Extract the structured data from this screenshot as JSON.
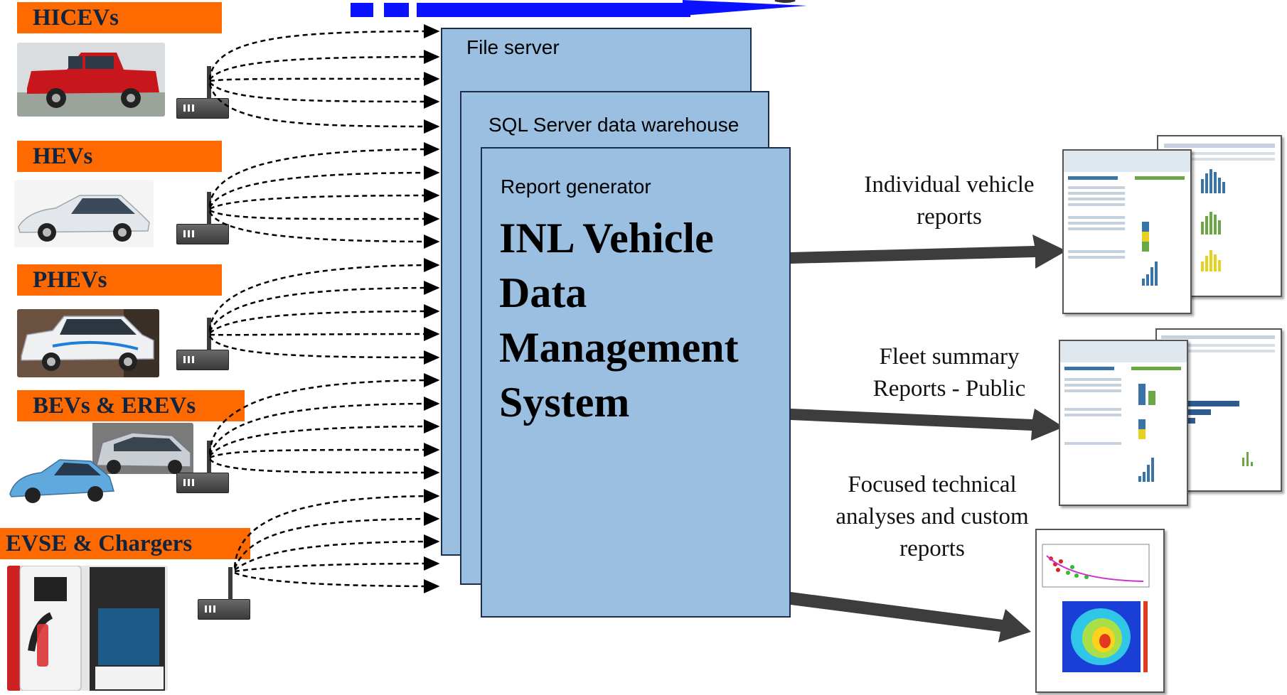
{
  "categories": [
    {
      "label": "HICEVs"
    },
    {
      "label": "HEVs"
    },
    {
      "label": "PHEVs"
    },
    {
      "label": "BEVs & EREVs"
    },
    {
      "label": "EVSE & Chargers"
    }
  ],
  "layers": {
    "file_server": "File server",
    "sql_warehouse": "SQL Server data warehouse",
    "report_generator": "Report  generator",
    "main_title": "INL Vehicle Data Management System"
  },
  "outputs": [
    {
      "label": "Individual vehicle reports"
    },
    {
      "label": "Fleet summary Reports - Public"
    },
    {
      "label": "Focused technical analyses and custom reports"
    }
  ],
  "colors": {
    "category_fill": "#ff6a00",
    "sheet_fill": "#9bbfe0",
    "flow_arrow": "#0a12ff",
    "output_arrow": "#3d3d3d"
  }
}
